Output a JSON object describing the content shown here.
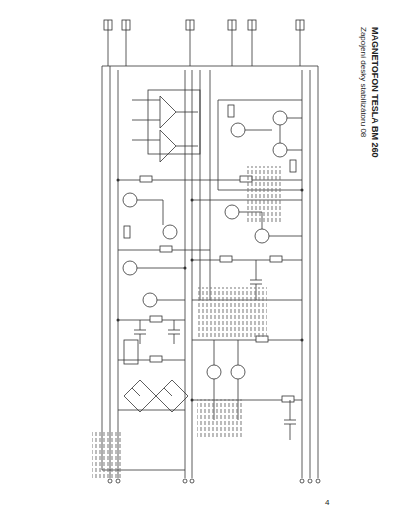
{
  "diagram": {
    "title": "MAGNETOFON TESLA BM 260",
    "caption": "Zapojení desky stabilizátoru 08",
    "labels": [
      "4"
    ]
  }
}
